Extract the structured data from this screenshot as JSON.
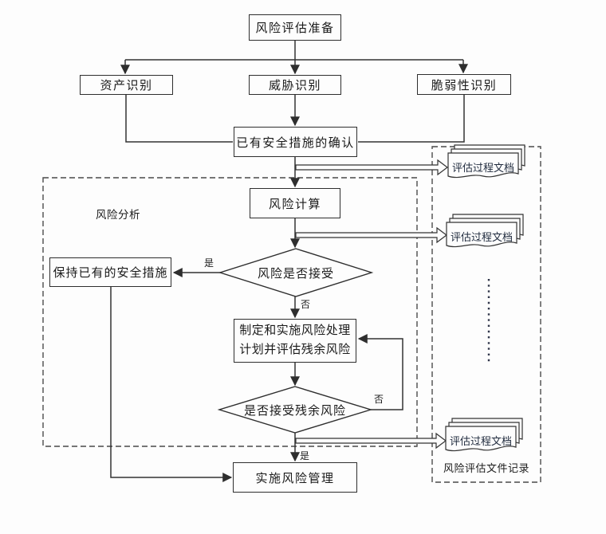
{
  "nodes": {
    "prepare": "风险评估准备",
    "asset": "资产识别",
    "threat": "威胁识别",
    "vuln": "脆弱性识别",
    "confirm": "已有安全措施的确认",
    "calc": "风险计算",
    "keep": "保持已有的安全措施",
    "accept_q": "风险是否接受",
    "plan_l1": "制定和实施风险处理",
    "plan_l2": "计划并评估残余风险",
    "residual_q": "是否接受残余风险",
    "implement": "实施风险管理"
  },
  "edge_labels": {
    "yes1": "是",
    "no1": "否",
    "no2": "否",
    "yes2": "是"
  },
  "region_labels": {
    "analysis": "风险分析",
    "record": "风险评估文件记录"
  },
  "documents": {
    "doc1": "评估过程文档",
    "doc2": "评估过程文档",
    "doc3": "评估过程文档"
  },
  "colors": {
    "line": "#333333",
    "dashed_line": "#4a4a4a",
    "text": "#1a1a1a",
    "background": "#fdfdfd"
  }
}
